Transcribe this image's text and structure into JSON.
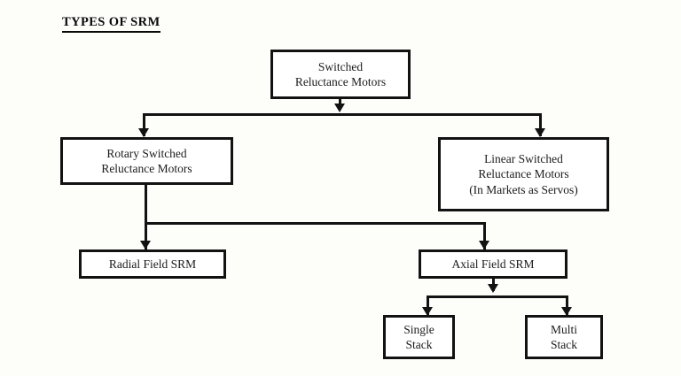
{
  "page": {
    "title": "TYPES OF SRM",
    "background_color": "#fdfdfa",
    "line_color": "#121212",
    "text_color": "#1b1b1b",
    "box_fill": "#ffffff"
  },
  "diagram": {
    "type": "flowchart",
    "orientation": "top-down",
    "nodes": [
      {
        "id": "root",
        "lines": [
          "Switched",
          "Reluctance Motors"
        ],
        "level": 1
      },
      {
        "id": "rotary",
        "lines": [
          "Rotary Switched",
          "Reluctance Motors"
        ],
        "level": 2
      },
      {
        "id": "linear",
        "lines": [
          "Linear Switched",
          "Reluctance Motors",
          "(In Markets as Servos)"
        ],
        "level": 2
      },
      {
        "id": "radial",
        "lines": [
          "Radial Field SRM"
        ],
        "level": 3
      },
      {
        "id": "axial",
        "lines": [
          "Axial Field SRM"
        ],
        "level": 3
      },
      {
        "id": "single",
        "lines": [
          "Single",
          "Stack"
        ],
        "level": 4
      },
      {
        "id": "multi",
        "lines": [
          "Multi",
          "Stack"
        ],
        "level": 4
      }
    ],
    "edges": [
      {
        "from": "root",
        "to": "rotary"
      },
      {
        "from": "root",
        "to": "linear"
      },
      {
        "from": "rotary",
        "to": "radial"
      },
      {
        "from": "rotary",
        "to": "axial"
      },
      {
        "from": "axial",
        "to": "single"
      },
      {
        "from": "axial",
        "to": "multi"
      }
    ]
  }
}
